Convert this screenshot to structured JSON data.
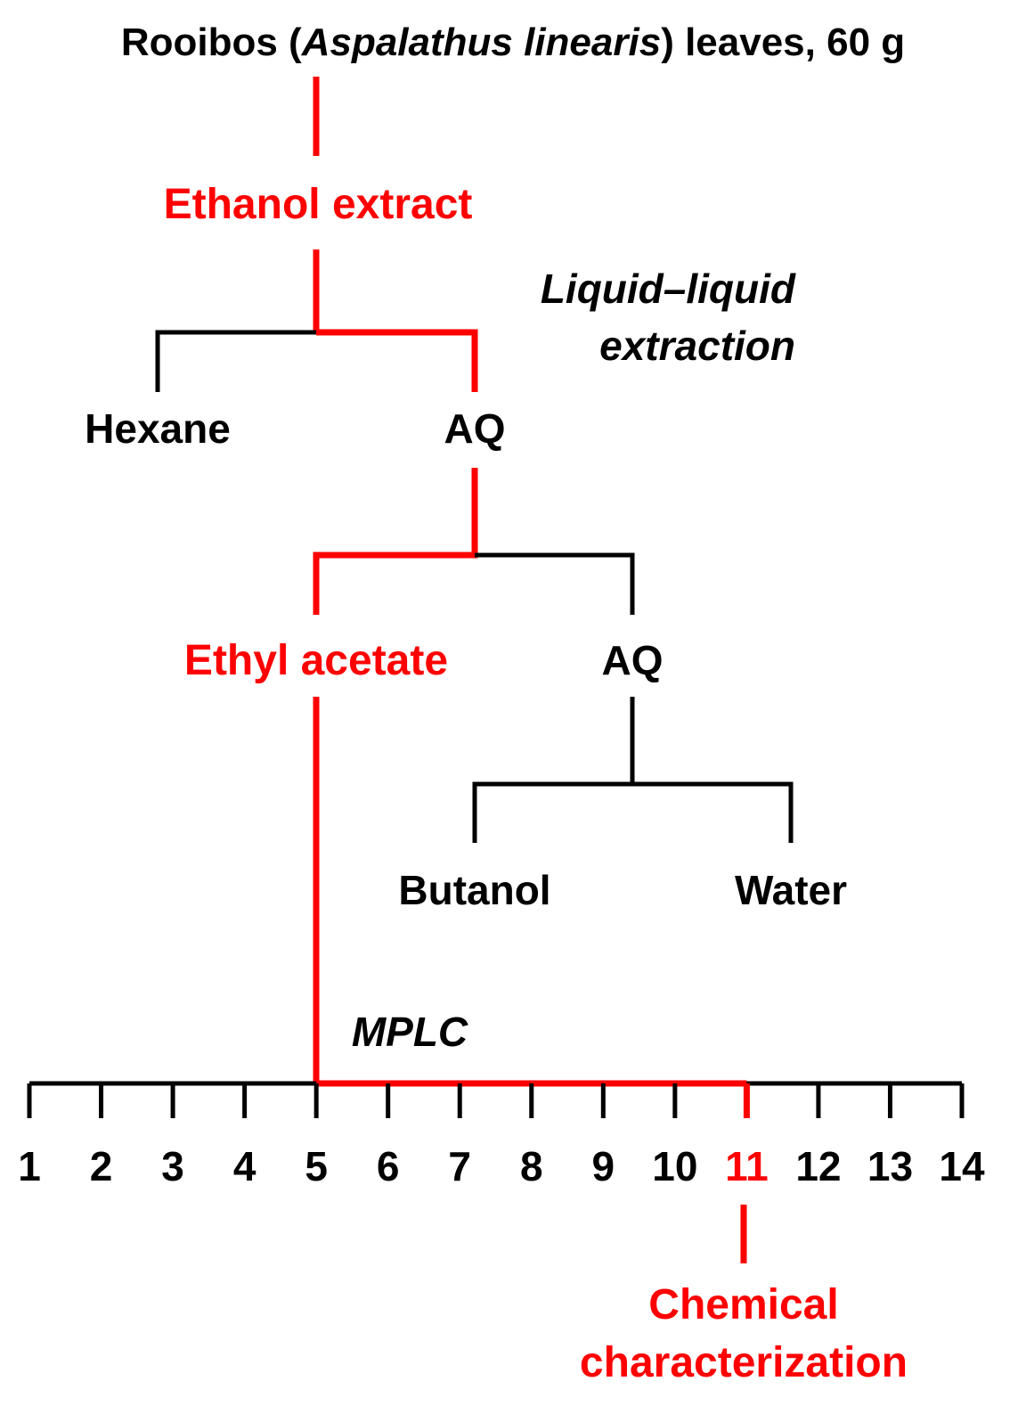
{
  "colors": {
    "highlight": "#ff0000",
    "default": "#000000"
  },
  "title": {
    "prefix": "Rooibos (",
    "species": "Aspalathus linearis",
    "suffix": ") leaves, 60 g"
  },
  "nodes": {
    "ethanol_extract": "Ethanol extract",
    "hexane": "Hexane",
    "aq_1": "AQ",
    "ethyl_acetate": "Ethyl acetate",
    "aq_2": "AQ",
    "butanol": "Butanol",
    "water": "Water",
    "chemical_line1": "Chemical",
    "chemical_line2": "characterization"
  },
  "annotations": {
    "lle_line1": "Liquid–liquid",
    "lle_line2": "extraction",
    "mplc": "MPLC"
  },
  "fractions": {
    "labels": [
      "1",
      "2",
      "3",
      "4",
      "5",
      "6",
      "7",
      "8",
      "9",
      "10",
      "11",
      "12",
      "13",
      "14"
    ],
    "highlighted": "11"
  }
}
